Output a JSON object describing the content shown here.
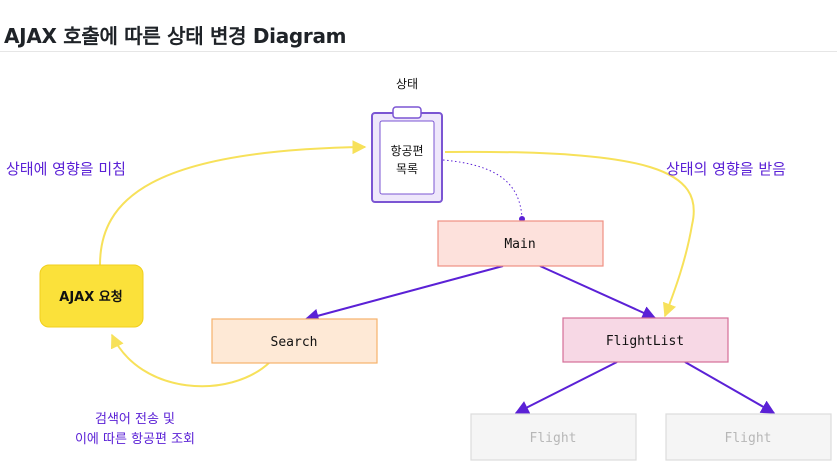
{
  "title": "AJAX 호출에 따른 상태 변경 Diagram",
  "diagram": {
    "state_caption": "상태",
    "state_label": [
      "항공편",
      "목록"
    ],
    "affects_label": "상태에 영향을 미침",
    "affected_label": "상태의 영향을 받음",
    "ajax_label": "AJAX 요청",
    "search_note": [
      "검색어 전송 및",
      "이에 따른 항공편 조회"
    ],
    "nodes": {
      "main": "Main",
      "search": "Search",
      "flight_list": "FlightList",
      "flight_left": "Flight",
      "flight_right": "Flight"
    },
    "colors": {
      "accent": "#5b21d6",
      "yellow_arrow": "#f7e15a",
      "main_fill": "#fde1dc",
      "main_stroke": "#ef8f83",
      "search_fill": "#fee9d6",
      "search_stroke": "#f6b26b",
      "flightlist_fill": "#f7d8e5",
      "flightlist_stroke": "#d56e98",
      "flight_fill": "#f5f5f5",
      "flight_stroke": "#dcdcdc",
      "ajax_fill": "#fbe13a",
      "clipboard_fill": "#eee7fb",
      "clipboard_stroke": "#7b55d3"
    }
  }
}
